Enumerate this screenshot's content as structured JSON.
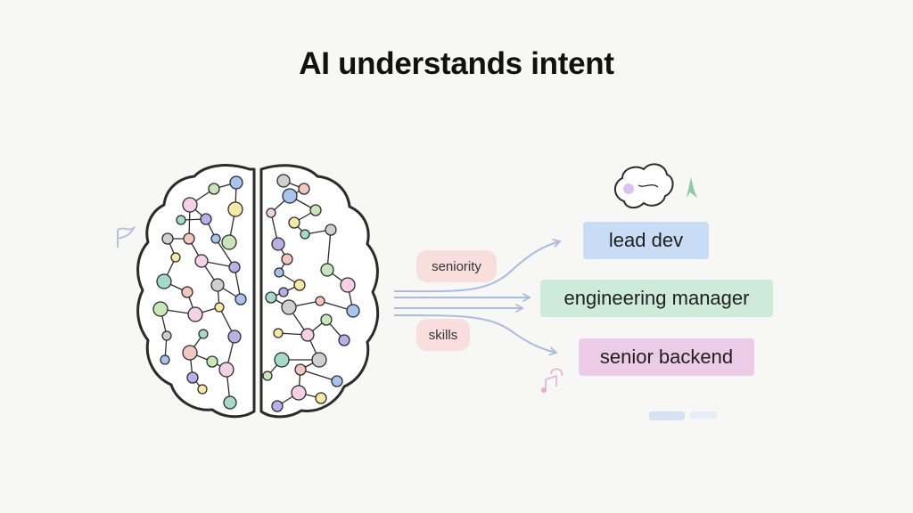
{
  "title": "AI understands intent",
  "input_labels": [
    {
      "label": "seniority",
      "color": "#f8dedd"
    },
    {
      "label": "skills",
      "color": "#f8dedd"
    }
  ],
  "output_labels": [
    {
      "label": "lead dev",
      "color": "#c8dcf6"
    },
    {
      "label": "engineering manager",
      "color": "#cdebd8"
    },
    {
      "label": "senior backend",
      "color": "#eccbe6"
    }
  ],
  "colors": {
    "outline": "#2b2b2b",
    "arrow": "#a9bcdd",
    "node_palette": [
      "#a8c3ec",
      "#c8e6b9",
      "#f4d1e6",
      "#f6e8a6",
      "#b8b0e6",
      "#a6d9c9",
      "#cfcfcf",
      "#f2c7c0"
    ]
  },
  "icons": [
    "brain-icon",
    "thought-cloud-icon",
    "sparkle-icon",
    "flag-icon",
    "music-note-icon"
  ]
}
